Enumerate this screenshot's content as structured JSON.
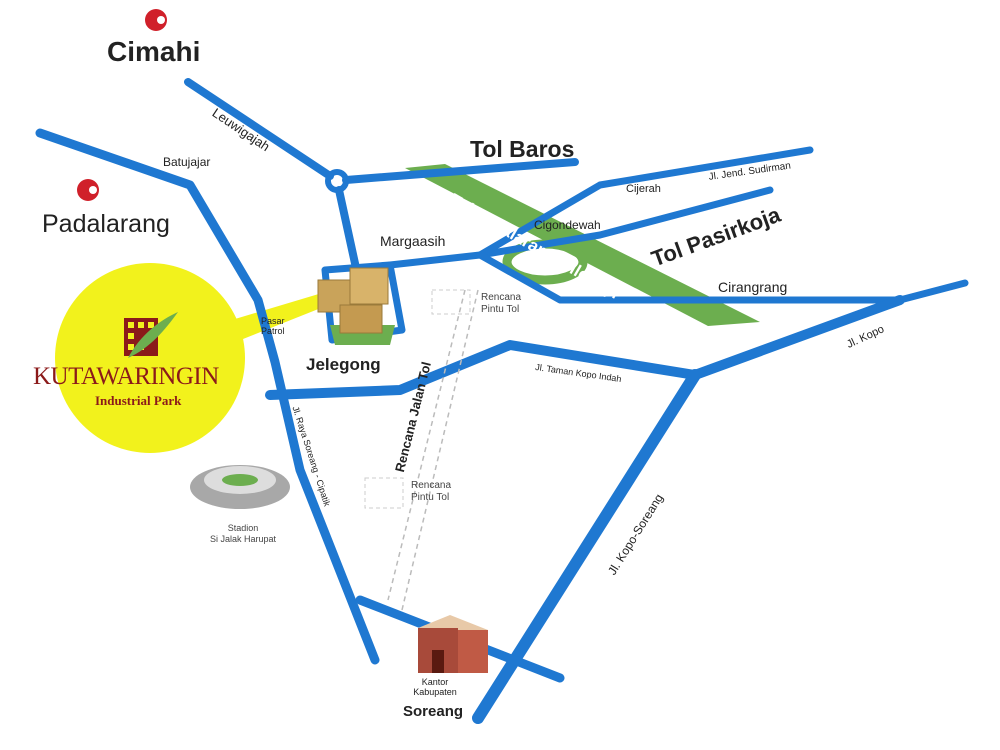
{
  "cities": {
    "cimahi": "Cimahi",
    "padalarang": "Padalarang",
    "soreang": "Soreang"
  },
  "roads": {
    "leuwigajah": "Leuwigajah",
    "batujajar": "Batujajar",
    "tol_baros": "Tol Baros",
    "tol_padalarang": "Tol Padalarang-Cileunyi",
    "tol_pasirkoja": "Tol Pasirkoja",
    "jend_sudirman": "Jl. Jend. Sudirman",
    "cijerah": "Cijerah",
    "cigondewah": "Cigondewah",
    "margaasih": "Margaasih",
    "cirangrang": "Cirangrang",
    "jl_kopo": "Jl. Kopo",
    "taman_kopo": "Jl. Taman Kopo Indah",
    "kopo_soreang": "Jl. Kopo-Soreang",
    "raya_soreang": "Jl. Raya Soreang - Cipatik",
    "rencana_jalan_tol": "Rencana Jalan Tol"
  },
  "places": {
    "pasar_patrol_1": "Pasar",
    "pasar_patrol_2": "Patrol",
    "jelegong": "Jelegong",
    "rencana_pintu_1a": "Rencana",
    "rencana_pintu_1b": "Pintu Tol",
    "rencana_pintu_2a": "Rencana",
    "rencana_pintu_2b": "Pintu Tol",
    "stadion_1": "Stadion",
    "stadion_2": "Si Jalak Harupat",
    "kantor_1": "Kantor",
    "kantor_2": "Kabupaten"
  },
  "logo": {
    "name": "KUTAWARINGIN",
    "subtitle": "Industrial Park"
  },
  "colors": {
    "road": "#1f78d1",
    "toll": "#6cae4f",
    "highlight": "#f2f21c",
    "logo": "#8b1a1a",
    "marker": "#d0202a"
  }
}
